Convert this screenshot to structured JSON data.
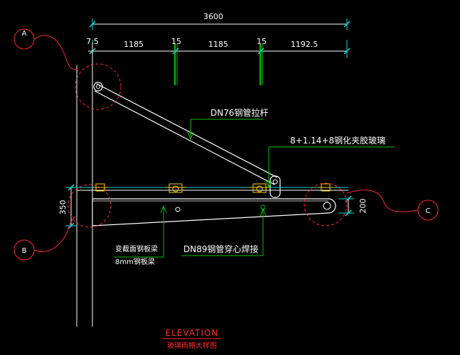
{
  "dimensions": {
    "overall": "3600",
    "segments": [
      "7.5",
      "1185",
      "15",
      "1185",
      "15",
      "1192.5"
    ],
    "vertical_left": "350",
    "vertical_right": "200"
  },
  "markers": {
    "a": "A",
    "b": "B",
    "c": "C"
  },
  "labels": {
    "rod": "DN76钢管拉杆",
    "glass": "8+1.14+8钢化夹胶玻璃",
    "beam_section": "变截面钢板梁",
    "plate": "8mm钢板梁",
    "pipe": "DN89钢管穿心焊接"
  },
  "title": {
    "main": "ELEVATION",
    "sub": "玻璃雨棚大样图"
  },
  "colors": {
    "line": "#ffffff",
    "dimension": "#00e0e0",
    "green": "#00c000",
    "red": "#ff2a2a",
    "yellow": "#ffd000"
  }
}
